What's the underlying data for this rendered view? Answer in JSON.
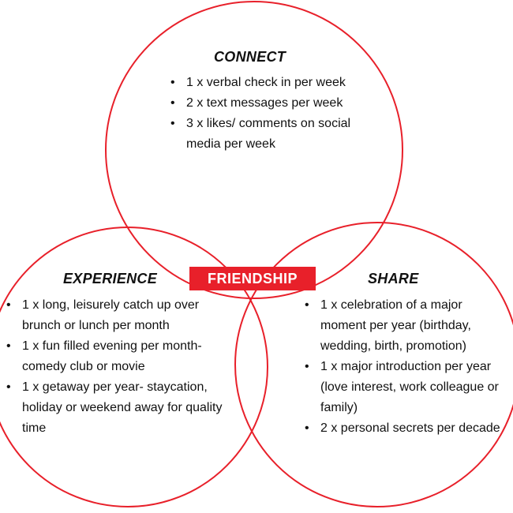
{
  "colors": {
    "circle_stroke": "#e8202a",
    "badge_bg": "#e8202a",
    "badge_text": "#ffffff",
    "text": "#111111"
  },
  "center_label": "FRIENDSHIP",
  "connect": {
    "title": "CONNECT",
    "items": [
      "1 x verbal check in per week",
      "2 x text messages per week",
      "3 x likes/ comments on social media per week"
    ]
  },
  "experience": {
    "title": "EXPERIENCE",
    "items": [
      "1 x long, leisurely catch up over brunch or lunch per month",
      "1 x  fun filled evening per month- comedy club or movie",
      "1 x getaway per year- staycation, holiday or weekend away for quality time"
    ]
  },
  "share": {
    "title": "SHARE",
    "items": [
      "1 x celebration of a major moment per year (birthday, wedding, birth, promotion)",
      "1 x major introduction per year (love interest, work colleague or family)",
      "2 x personal secrets per decade"
    ]
  }
}
